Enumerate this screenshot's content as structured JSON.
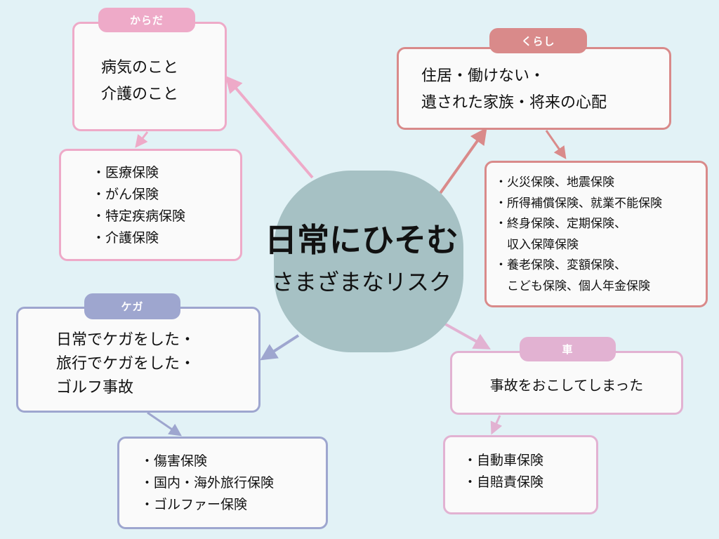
{
  "center": {
    "line1": "日常にひそむ",
    "line2": "さまざまなリスク"
  },
  "karada": {
    "tag": "からだ",
    "main": [
      "病気のこと",
      "介護のこと"
    ],
    "list": [
      "・医療保険",
      "・がん保険",
      "・特定疾病保険",
      "・介護保険"
    ],
    "color": "#eeaac8"
  },
  "kurashi": {
    "tag": "くらし",
    "main": [
      "住居・働けない・",
      "遺された家族・将来の心配"
    ],
    "list": [
      "・火災保険、地震保険",
      "・所得補償保険、就業不能保険",
      "・終身保険、定期保険、",
      "　収入保障保険",
      "・養老保険、変額保険、",
      "　こども保険、個人年金保険"
    ],
    "color": "#d98a8a"
  },
  "kega": {
    "tag": "ケガ",
    "main": [
      "日常でケガをした・",
      "旅行でケガをした・",
      "ゴルフ事故"
    ],
    "list": [
      "・傷害保険",
      "・国内・海外旅行保険",
      "・ゴルファー保険"
    ],
    "color": "#9ea6cf"
  },
  "car": {
    "tag": "車",
    "main": [
      "事故をおこしてしまった"
    ],
    "list": [
      "・自動車保険",
      "・自賠責保険"
    ],
    "color": "#e2b2d2"
  }
}
